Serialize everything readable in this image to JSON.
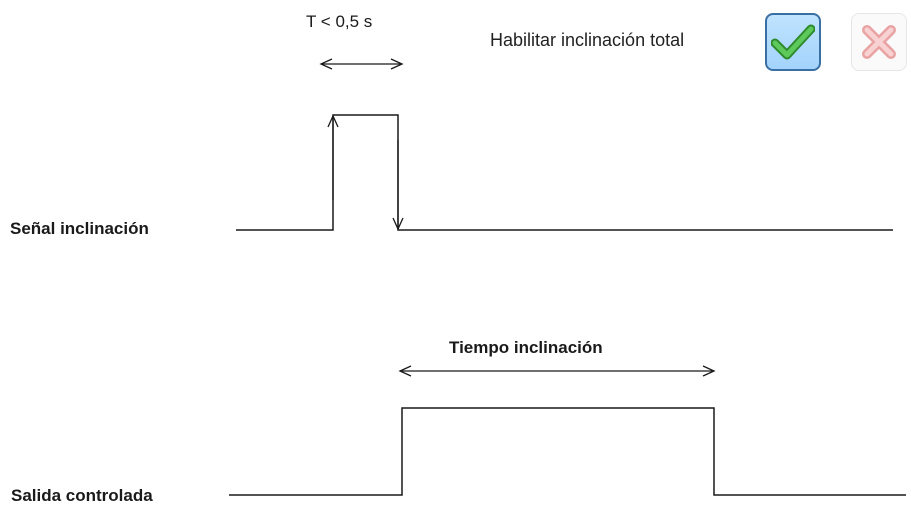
{
  "labels": {
    "tmax": "T < 0,5 s",
    "enable_text": "Habilitar inclinación total",
    "signal": "Señal inclinación",
    "output": "Salida controlada",
    "time": "Tiempo inclinación"
  },
  "buttons": {
    "enable_icon": "check-icon",
    "disable_icon": "cross-icon"
  },
  "colors": {
    "enable_bg": "#a9d6fc",
    "check_green": "#3fa53c",
    "cross_red": "#f0b0b0",
    "line": "#1a1a1a"
  }
}
